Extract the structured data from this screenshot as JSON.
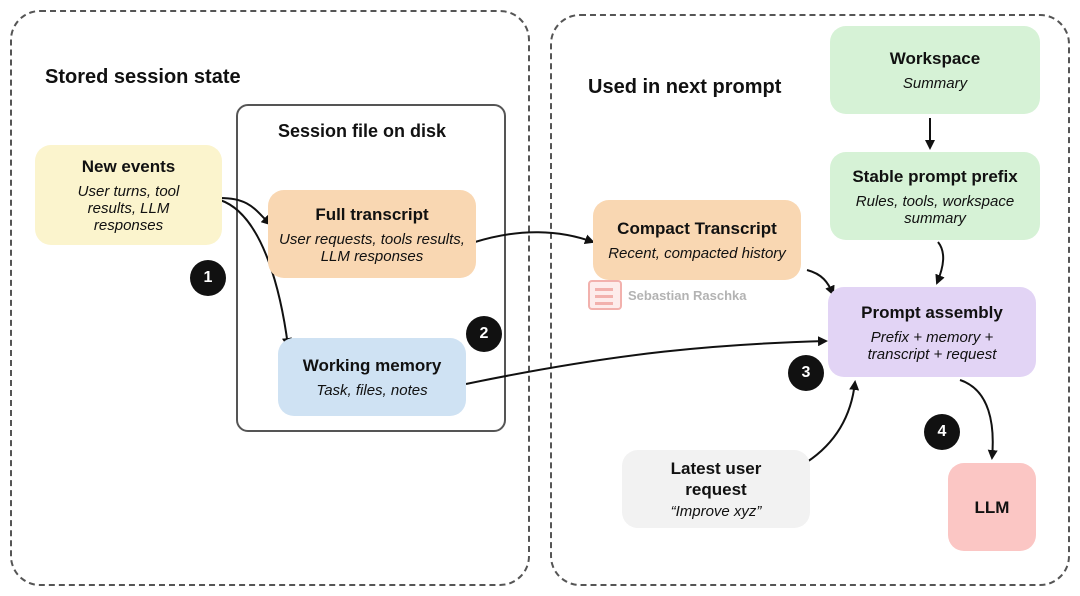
{
  "left_panel": {
    "title": "Stored session state",
    "session_file_title": "Session file on disk"
  },
  "right_panel": {
    "title": "Used in next prompt"
  },
  "nodes": {
    "new_events": {
      "title": "New events",
      "subtitle": "User turns, tool results, LLM responses",
      "color": "#fbf4cd"
    },
    "full_transcript": {
      "title": "Full transcript",
      "subtitle": "User requests, tools results, LLM responses",
      "color": "#f9d7b2"
    },
    "working_memory": {
      "title": "Working memory",
      "subtitle": "Task, files, notes",
      "color": "#cfe2f3"
    },
    "compact_transcript": {
      "title": "Compact Transcript",
      "subtitle": "Recent, compacted history",
      "color": "#f9d7b2"
    },
    "workspace": {
      "title": "Workspace",
      "subtitle": "Summary",
      "color": "#d6f2d6"
    },
    "stable_prefix": {
      "title": "Stable prompt prefix",
      "subtitle": "Rules, tools, workspace summary",
      "color": "#d6f2d6"
    },
    "prompt_assembly": {
      "title": "Prompt assembly",
      "subtitle": "Prefix + memory + transcript + request",
      "color": "#e2d4f5"
    },
    "latest_request": {
      "title": "Latest user request",
      "subtitle": "“Improve xyz”",
      "color": "#f2f2f2"
    },
    "llm": {
      "title": "LLM",
      "color": "#fbc6c4"
    }
  },
  "badges": [
    "1",
    "2",
    "3",
    "4"
  ],
  "watermark": "Sebastian Raschka"
}
